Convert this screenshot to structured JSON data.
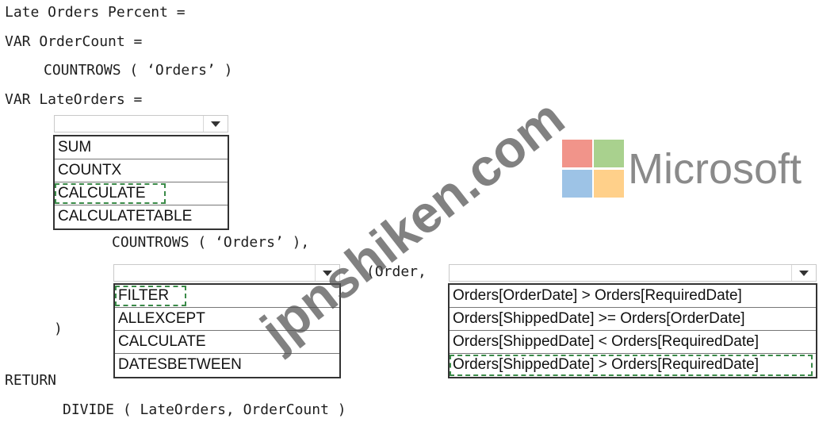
{
  "code": {
    "line1": "Late Orders Percent =",
    "line2": "VAR OrderCount =",
    "line3": "COUNTROWS ( ‘Orders’ )",
    "line4": "VAR LateOrders =",
    "line5": "COUNTROWS ( ‘Orders’ ),",
    "line6": "(Order,",
    "line7": ")",
    "line8": "RETURN",
    "line9": "DIVIDE ( LateOrders, OrderCount )"
  },
  "dropdown1": {
    "options": [
      "SUM",
      "COUNTX",
      "CALCULATE",
      "CALCULATETABLE"
    ],
    "selected": "CALCULATE"
  },
  "dropdown2": {
    "options": [
      "FILTER",
      "ALLEXCEPT",
      "CALCULATE",
      "DATESBETWEEN"
    ],
    "selected": "FILTER"
  },
  "dropdown3": {
    "options": [
      "Orders[OrderDate] > Orders[RequiredDate]",
      "Orders[ShippedDate] >= Orders[OrderDate]",
      "Orders[ShippedDate] < Orders[RequiredDate]",
      "Orders[ShippedDate] > Orders[RequiredDate]"
    ],
    "selected": "Orders[ShippedDate] > Orders[RequiredDate]"
  },
  "logo": {
    "text": "Microsoft",
    "colors": [
      "#f1948a",
      "#a9d18e",
      "#9dc3e6",
      "#ffd08a"
    ]
  },
  "watermark": "jpnshiken.com"
}
